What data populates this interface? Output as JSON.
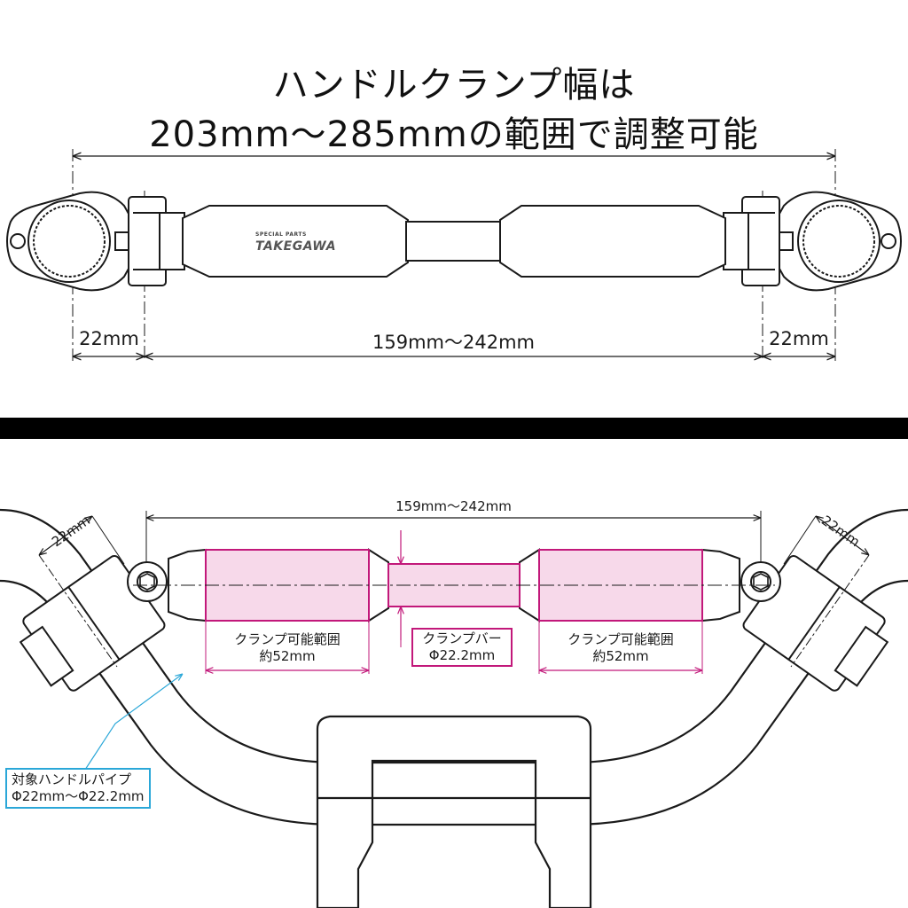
{
  "title": {
    "line1": "ハンドルクランプ幅は",
    "line2": "203mm〜285mmの範囲で調整可能"
  },
  "logo": {
    "small": "SPECIAL PARTS",
    "brand": "TAKEGAWA"
  },
  "top_dimensions": {
    "left_clamp": "22mm",
    "middle": "159mm〜242mm",
    "right_clamp": "22mm"
  },
  "bottom_dimensions": {
    "span": "159mm〜242mm",
    "left_angle": "22mm",
    "right_angle": "22mm"
  },
  "clamp_ranges": {
    "left": {
      "line1": "クランプ可能範囲",
      "line2": "約52mm"
    },
    "center": {
      "line1": "クランプバー",
      "line2": "Φ22.2mm"
    },
    "right": {
      "line1": "クランプ可能範囲",
      "line2": "約52mm"
    }
  },
  "handle_pipe": {
    "line1": "対象ハンドルパイプ",
    "line2": "Φ22mm〜Φ22.2mm"
  },
  "colors": {
    "highlight": "#c2187a",
    "highlight_fill": "#f7d9ea",
    "callout": "#2aa7d8",
    "line": "#1a1a1a"
  }
}
